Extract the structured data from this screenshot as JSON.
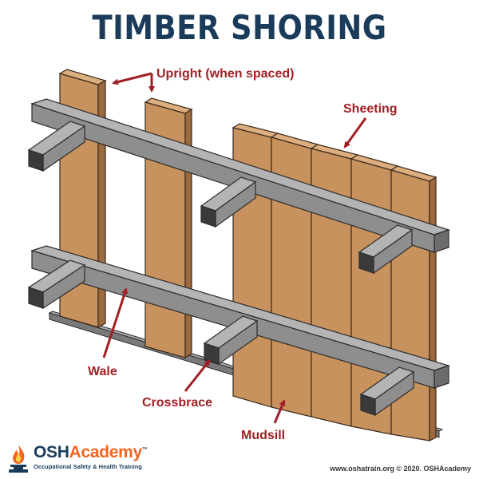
{
  "title": "TIMBER SHORING",
  "labels": {
    "upright": "Upright (when spaced)",
    "sheeting": "Sheeting",
    "wale": "Wale",
    "crossbrace": "Crossbrace",
    "mudsill": "Mudsill"
  },
  "logo": {
    "name_part1": "OSH",
    "name_part2": "Academy",
    "trademark": "™",
    "tagline": "Occupational Safety & Health Training",
    "icon": "flame-on-stand-icon"
  },
  "credit": "www.oshatrain.org © 2020. OSHAcademy",
  "colors": {
    "title": "#1a3c5a",
    "label": "#a11f24",
    "wood": "#c8925e",
    "wood_top": "#dcae80",
    "wood_side": "#9c6a3c",
    "steel_front": "#8e8e8e",
    "steel_top": "#b4b4b4",
    "steel_end": "#3a3a3a",
    "accent": "#f26522"
  }
}
